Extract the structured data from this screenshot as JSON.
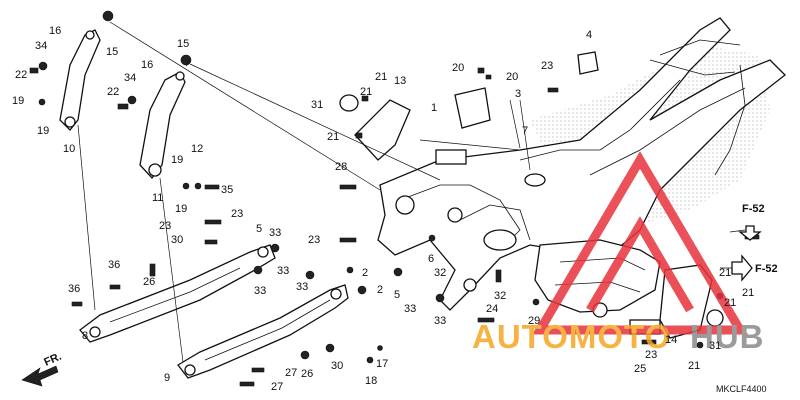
{
  "diagram": {
    "parts": [
      {
        "id": "p1",
        "label": "1"
      },
      {
        "id": "p2a",
        "label": "2"
      },
      {
        "id": "p2b",
        "label": "2"
      },
      {
        "id": "p3",
        "label": "3"
      },
      {
        "id": "p4",
        "label": "4"
      },
      {
        "id": "p5a",
        "label": "5"
      },
      {
        "id": "p5b",
        "label": "5"
      },
      {
        "id": "p6",
        "label": "6"
      },
      {
        "id": "p7",
        "label": "7"
      },
      {
        "id": "p8",
        "label": "8"
      },
      {
        "id": "p9",
        "label": "9"
      },
      {
        "id": "p10",
        "label": "10"
      },
      {
        "id": "p11",
        "label": "11"
      },
      {
        "id": "p12",
        "label": "12"
      },
      {
        "id": "p13",
        "label": "13"
      },
      {
        "id": "p14",
        "label": "14"
      },
      {
        "id": "p15a",
        "label": "15"
      },
      {
        "id": "p15b",
        "label": "15"
      },
      {
        "id": "p16a",
        "label": "16"
      },
      {
        "id": "p16b",
        "label": "16"
      },
      {
        "id": "p17",
        "label": "17"
      },
      {
        "id": "p18",
        "label": "18"
      },
      {
        "id": "p19a",
        "label": "19"
      },
      {
        "id": "p19b",
        "label": "19"
      },
      {
        "id": "p19c",
        "label": "19"
      },
      {
        "id": "p19d",
        "label": "19"
      },
      {
        "id": "p20a",
        "label": "20"
      },
      {
        "id": "p20b",
        "label": "20"
      },
      {
        "id": "p21a",
        "label": "21"
      },
      {
        "id": "p21b",
        "label": "21"
      },
      {
        "id": "p21c",
        "label": "21"
      },
      {
        "id": "p21d",
        "label": "21"
      },
      {
        "id": "p21e",
        "label": "21"
      },
      {
        "id": "p21f",
        "label": "21"
      },
      {
        "id": "p21g",
        "label": "21"
      },
      {
        "id": "p22a",
        "label": "22"
      },
      {
        "id": "p22b",
        "label": "22"
      },
      {
        "id": "p23a",
        "label": "23"
      },
      {
        "id": "p23b",
        "label": "23"
      },
      {
        "id": "p23c",
        "label": "23"
      },
      {
        "id": "p23d",
        "label": "23"
      },
      {
        "id": "p23e",
        "label": "23"
      },
      {
        "id": "p24",
        "label": "24"
      },
      {
        "id": "p25",
        "label": "25"
      },
      {
        "id": "p26a",
        "label": "26"
      },
      {
        "id": "p26b",
        "label": "26"
      },
      {
        "id": "p27a",
        "label": "27"
      },
      {
        "id": "p27b",
        "label": "27"
      },
      {
        "id": "p28",
        "label": "28"
      },
      {
        "id": "p29",
        "label": "29"
      },
      {
        "id": "p30a",
        "label": "30"
      },
      {
        "id": "p30b",
        "label": "30"
      },
      {
        "id": "p31a",
        "label": "31"
      },
      {
        "id": "p31b",
        "label": "31"
      },
      {
        "id": "p32a",
        "label": "32"
      },
      {
        "id": "p32b",
        "label": "32"
      },
      {
        "id": "p33a",
        "label": "33"
      },
      {
        "id": "p33b",
        "label": "33"
      },
      {
        "id": "p33c",
        "label": "33"
      },
      {
        "id": "p33d",
        "label": "33"
      },
      {
        "id": "p33e",
        "label": "33"
      },
      {
        "id": "p33f",
        "label": "33"
      },
      {
        "id": "p34a",
        "label": "34"
      },
      {
        "id": "p34b",
        "label": "34"
      },
      {
        "id": "p35",
        "label": "35"
      },
      {
        "id": "p36a",
        "label": "36"
      },
      {
        "id": "p36b",
        "label": "36"
      }
    ],
    "refs": [
      {
        "id": "ref1",
        "label": "F-52"
      },
      {
        "id": "ref2",
        "label": "F-52"
      }
    ],
    "direction": "FR.",
    "drawing_code": "MKCLF4400"
  },
  "watermark": {
    "text_a": "AUTOMOTO",
    "text_b": "HUB",
    "color_a": "#f5a623",
    "color_b": "#8a8a8a",
    "logo_color": "#e8323c"
  },
  "colors": {
    "line": "#111111",
    "hatch": "#9a9a9a"
  }
}
